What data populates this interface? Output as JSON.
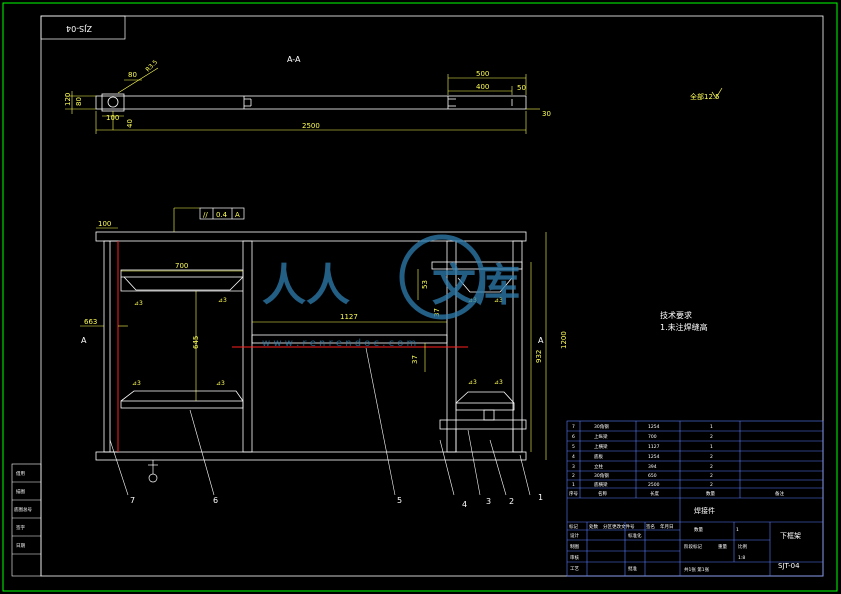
{
  "colors": {
    "background": "#000000",
    "border": "#00ff00",
    "object": "#ffffff",
    "dimension": "#ffff55",
    "highlight_red": "#ff2020",
    "title_block": "#5a7dff",
    "watermark": "#2f7fb0"
  },
  "drawing": {
    "stamp_box": "ZJS-04",
    "section_label": "A-A",
    "roughness_note": "全部12.5",
    "section_marker_left": "A",
    "section_marker_right": "A",
    "tech_requirements": {
      "title": "技术要求",
      "item": "1.未注焊缝高"
    },
    "watermark": {
      "text_left": "人人",
      "text_right": "文库",
      "url": "w w w . r e n r e n d o c . c o m"
    }
  },
  "dimensions": {
    "top_view": [
      "500",
      "400",
      "50",
      "30",
      "2500",
      "80",
      "R3.5",
      "120",
      "80",
      "100",
      "40"
    ],
    "front_view": [
      "100",
      "700",
      "663",
      "1127",
      "645",
      "53",
      "37",
      "37",
      "932",
      "1200"
    ],
    "weld_symbols": [
      "⊿3",
      "⊿3",
      "⊿3",
      "⊿3",
      "⊿3",
      "⊿3",
      "⊿3",
      "⊿3"
    ],
    "geometric_tolerance": [
      "//",
      "0.4",
      "A"
    ]
  },
  "balloons": [
    "7",
    "6",
    "5",
    "4",
    "3",
    "2",
    "1"
  ],
  "parts_list": {
    "rows": [
      {
        "no": "7",
        "name": "30角钢",
        "spec": "1254",
        "qty": "1",
        "note": ""
      },
      {
        "no": "6",
        "name": "上纵梁",
        "spec": "700",
        "qty": "2",
        "note": ""
      },
      {
        "no": "5",
        "name": "上横梁",
        "spec": "1127",
        "qty": "1",
        "note": ""
      },
      {
        "no": "4",
        "name": "底板",
        "spec": "1254",
        "qty": "2",
        "note": ""
      },
      {
        "no": "3",
        "name": "立柱",
        "spec": "394",
        "qty": "2",
        "note": ""
      },
      {
        "no": "2",
        "name": "30角钢",
        "spec": "650",
        "qty": "2",
        "note": ""
      },
      {
        "no": "1",
        "name": "底横梁",
        "spec": "2500",
        "qty": "2",
        "note": ""
      }
    ],
    "header": {
      "no": "序号",
      "name": "名称",
      "spec": "长度",
      "qty": "数量",
      "note": "备注"
    }
  },
  "title_block": {
    "material": "焊接件",
    "part_name": "下框架",
    "drawing_no": "SJT-04",
    "qty_label": "数量",
    "qty_value": "1",
    "scale_label": "比例",
    "scale_value": "1:8",
    "weight_label": "重量",
    "stage_label": "阶段标记",
    "sheet_info": "共1张 第1张",
    "standard": "标准",
    "approve": "批准",
    "rows": [
      "标记",
      "处数",
      "分区",
      "更改文件号",
      "签名",
      "年月日"
    ],
    "roles": [
      "设计",
      "标准化",
      "制图",
      "审核",
      "工艺"
    ]
  },
  "left_stamp": [
    "借用",
    "描图",
    "底图总号",
    "签字",
    "日期"
  ]
}
